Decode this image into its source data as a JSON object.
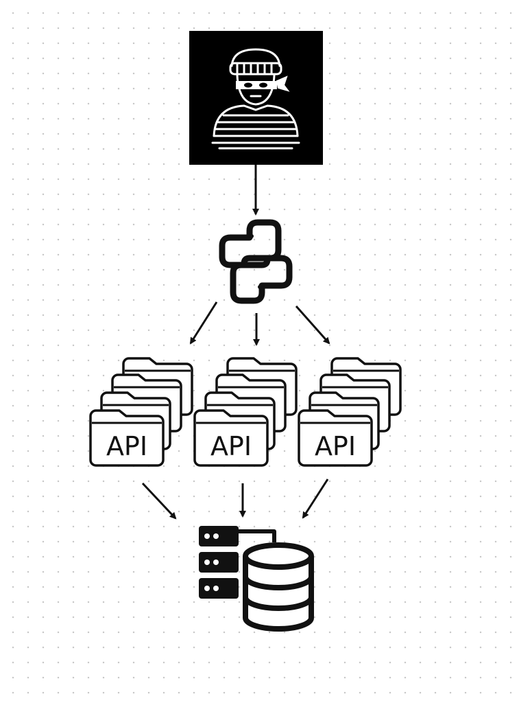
{
  "diagram": {
    "nodes": [
      {
        "id": "hacker",
        "icon": "hacker-icon"
      },
      {
        "id": "python",
        "icon": "python-icon"
      },
      {
        "id": "api-1",
        "icon": "api-stack-icon",
        "label": "API"
      },
      {
        "id": "api-2",
        "icon": "api-stack-icon",
        "label": "API"
      },
      {
        "id": "api-3",
        "icon": "api-stack-icon",
        "label": "API"
      },
      {
        "id": "database",
        "icon": "server-database-icon"
      }
    ],
    "edges": [
      {
        "from": "hacker",
        "to": "python"
      },
      {
        "from": "python",
        "to": "api-1"
      },
      {
        "from": "python",
        "to": "api-2"
      },
      {
        "from": "python",
        "to": "api-3"
      },
      {
        "from": "api-1",
        "to": "database"
      },
      {
        "from": "api-2",
        "to": "database"
      },
      {
        "from": "api-3",
        "to": "database"
      }
    ],
    "colors": {
      "ink": "#111111",
      "hacker_bg": "#000000",
      "hacker_fg": "#ffffff",
      "dot_grid": "#c8c8c8"
    }
  }
}
